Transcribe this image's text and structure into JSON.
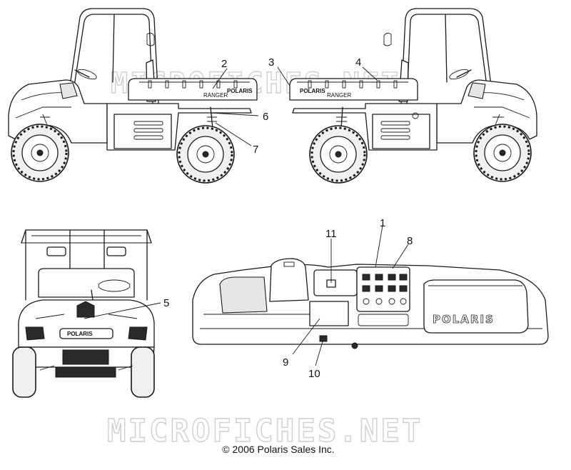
{
  "watermark": "MICROFICHES.NET",
  "copyright": "© 2006 Polaris Sales Inc.",
  "decals": {
    "ranger": "RANGER",
    "polaris_small": "POLARIS",
    "polaris_large": "POLARIS"
  },
  "callouts": [
    {
      "id": "1",
      "label": "1"
    },
    {
      "id": "2",
      "label": "2"
    },
    {
      "id": "3",
      "label": "3"
    },
    {
      "id": "4",
      "label": "4"
    },
    {
      "id": "5",
      "label": "5"
    },
    {
      "id": "6",
      "label": "6"
    },
    {
      "id": "7",
      "label": "7"
    },
    {
      "id": "8",
      "label": "8"
    },
    {
      "id": "9",
      "label": "9"
    },
    {
      "id": "10",
      "label": "10"
    },
    {
      "id": "11",
      "label": "11"
    }
  ]
}
